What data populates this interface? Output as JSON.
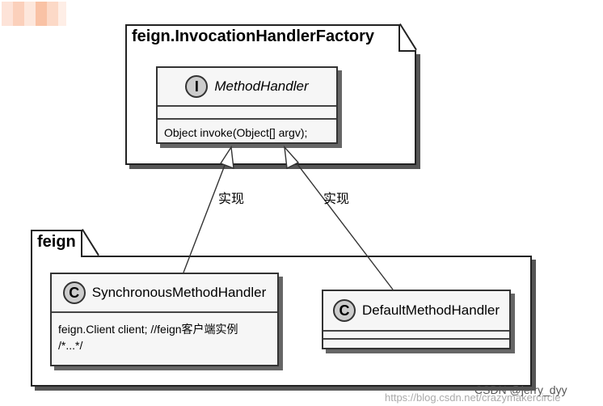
{
  "packages": {
    "factory": {
      "title": "feign.InvocationHandlerFactory"
    },
    "feign": {
      "title": "feign"
    }
  },
  "classes": {
    "method_handler": {
      "stereotype": "I",
      "name": "MethodHandler",
      "members": [
        "Object invoke(Object[] argv);"
      ]
    },
    "sync_handler": {
      "stereotype": "C",
      "name": "SynchronousMethodHandler",
      "members": [
        "feign.Client client; //feign客户端实例",
        "/*...*/"
      ]
    },
    "default_handler": {
      "stereotype": "C",
      "name": "DefaultMethodHandler",
      "members": []
    }
  },
  "relations": [
    {
      "from": "SynchronousMethodHandler",
      "to": "MethodHandler",
      "label": "实现"
    },
    {
      "from": "DefaultMethodHandler",
      "to": "MethodHandler",
      "label": "实现"
    }
  ],
  "colors": {
    "line": "#333333",
    "badge": "#cccccc",
    "class_bg": "#f6f6f6"
  },
  "watermark": {
    "text": "CSDN @jerry_dyy",
    "url_text": "https://blog.csdn.net/crazymakercircle"
  }
}
